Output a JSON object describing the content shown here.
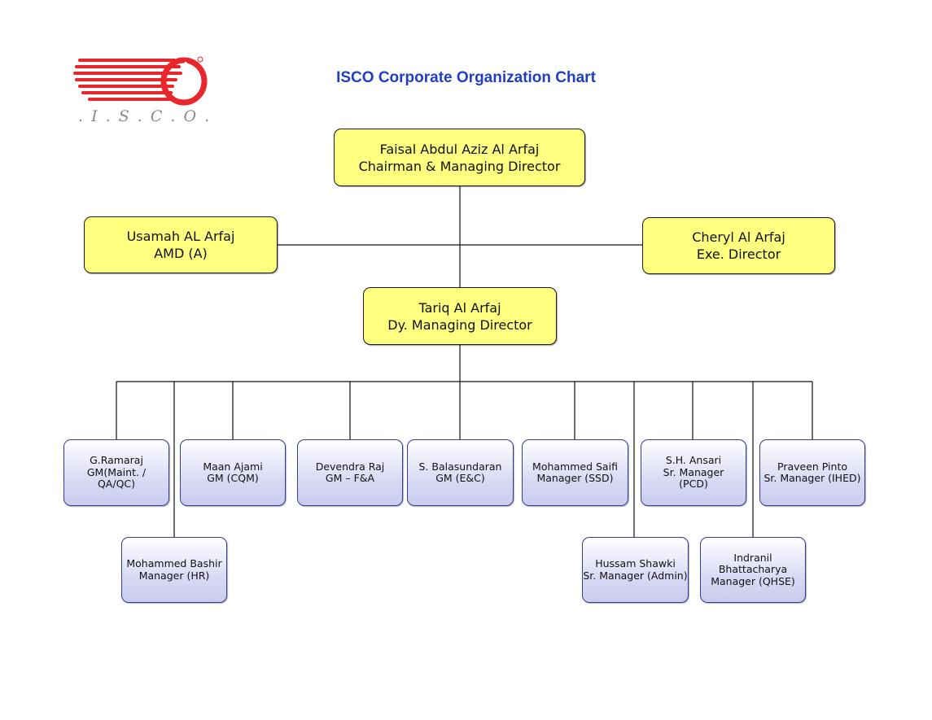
{
  "title": "ISCO Corporate Organization Chart",
  "logo": {
    "text": ". I . S . C . O .",
    "colors": {
      "red": "#e8262b",
      "gray": "#8a8a8a"
    }
  },
  "colors": {
    "title": "#1f3fbf",
    "executive_fill": "#ffff80",
    "manager_border": "#3a3a9a"
  },
  "executives": {
    "chairman": {
      "name": "Faisal Abdul Aziz Al Arfaj",
      "role": "Chairman & Managing Director"
    },
    "amd": {
      "name": "Usamah AL Arfaj",
      "role": "AMD (A)"
    },
    "exe_director": {
      "name": "Cheryl Al Arfaj",
      "role": "Exe. Director"
    },
    "dy_md": {
      "name": "Tariq Al Arfaj",
      "role": "Dy. Managing Director"
    }
  },
  "managers": {
    "ramaraj": {
      "l1": "G.Ramaraj",
      "l2": "GM(Maint. /",
      "l3": "QA/QC)"
    },
    "bashir": {
      "l1": "Mohammed Bashir",
      "l2": "Manager (HR)"
    },
    "ajami": {
      "l1": "Maan Ajami",
      "l2": "GM (CQM)"
    },
    "raj": {
      "l1": "Devendra Raj",
      "l2": "GM – F&A"
    },
    "balasundaran": {
      "l1": "S. Balasundaran",
      "l2": "GM (E&C)"
    },
    "saifi": {
      "l1": "Mohammed Saifi",
      "l2": "Manager (SSD)"
    },
    "shawki": {
      "l1": "Hussam Shawki",
      "l2": "Sr. Manager (Admin)"
    },
    "ansari": {
      "l1": "S.H. Ansari",
      "l2": "Sr. Manager",
      "l3": "(PCD)"
    },
    "bhattacharya": {
      "l1": "Indranil",
      "l2": "Bhattacharya",
      "l3": "Manager (QHSE)"
    },
    "pinto": {
      "l1": "Praveen Pinto",
      "l2": "Sr. Manager (IHED)"
    }
  }
}
